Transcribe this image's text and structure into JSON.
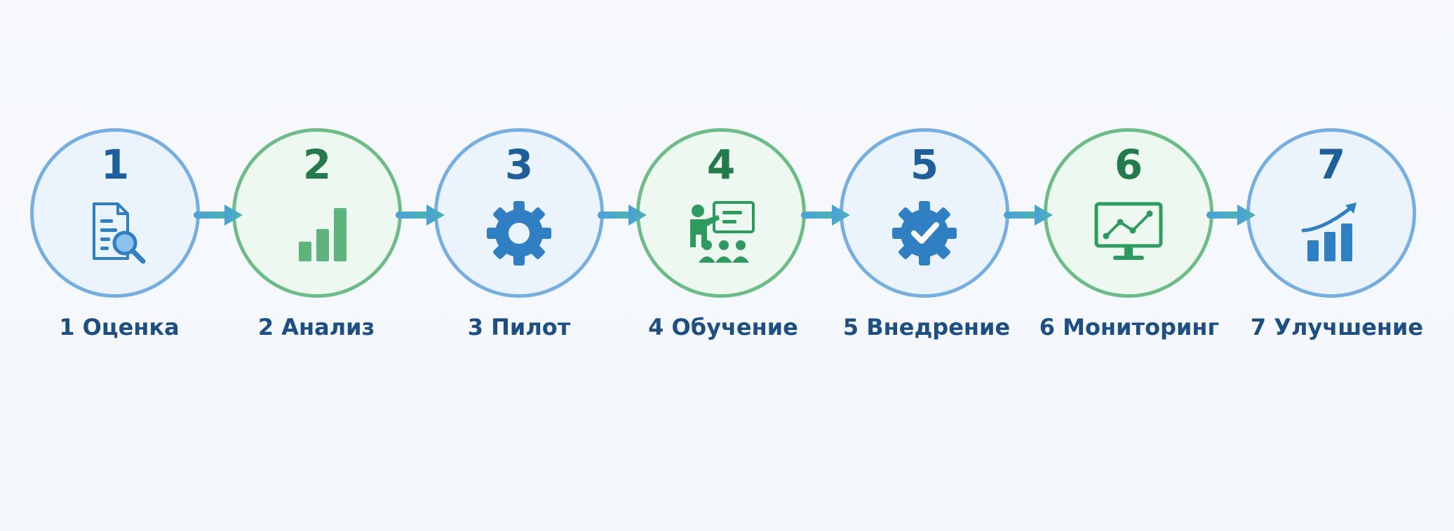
{
  "steps": [
    {
      "number": "1",
      "label": "1 Оценка",
      "icon": "document-search-icon",
      "ring": "blue"
    },
    {
      "number": "2",
      "label": "2 Анализ",
      "icon": "bar-chart-icon",
      "ring": "green"
    },
    {
      "number": "3",
      "label": "3 Пилот",
      "icon": "gear-icon",
      "ring": "blue"
    },
    {
      "number": "4",
      "label": "4 Обучение",
      "icon": "presentation-training-icon",
      "ring": "green"
    },
    {
      "number": "5",
      "label": "5 Внедрение",
      "icon": "gear-check-icon",
      "ring": "blue"
    },
    {
      "number": "6",
      "label": "6 Мониторинг",
      "icon": "monitor-chart-icon",
      "ring": "green"
    },
    {
      "number": "7",
      "label": "7 Улучшение",
      "icon": "growth-chart-icon",
      "ring": "blue"
    }
  ],
  "colors": {
    "blue_ring": "#77aee0",
    "green_ring": "#6dbb86",
    "blue_text": "#1f5f99",
    "green_text": "#257a4c",
    "label_text": "#1f4f82",
    "arrow_start": "#4aa0d8",
    "arrow_end": "#4db3b0"
  }
}
